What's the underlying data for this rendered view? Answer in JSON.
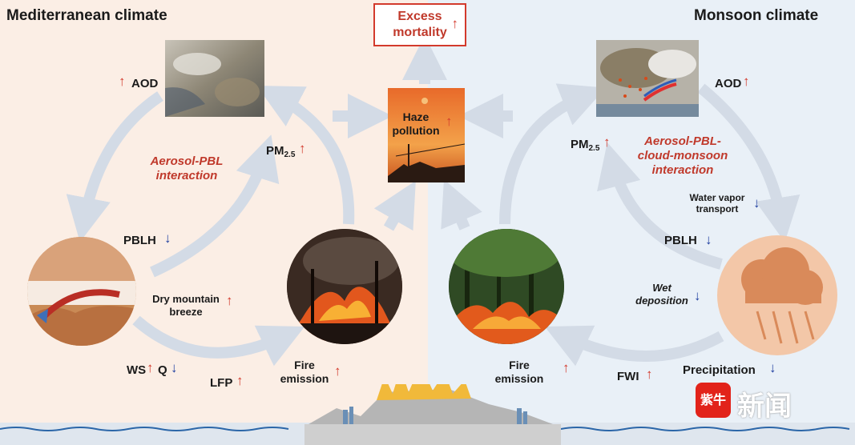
{
  "titles": {
    "left": "Mediterranean climate",
    "right": "Monsoon climate"
  },
  "outcome": {
    "line1": "Excess",
    "line2": "mortality"
  },
  "center": {
    "haze_line1": "Haze",
    "haze_line2": "pollution"
  },
  "left": {
    "aod": "AOD",
    "pm": "PM",
    "pm_sub": "2.5",
    "interaction_line1": "Aerosol-PBL",
    "interaction_line2": "interaction",
    "pblh": "PBLH",
    "breeze_line1": "Dry mountain",
    "breeze_line2": "breeze",
    "ws": "WS",
    "q": "Q",
    "lfp": "LFP",
    "fire_line1": "Fire",
    "fire_line2": "emission"
  },
  "right": {
    "aod": "AOD",
    "pm": "PM",
    "pm_sub": "2.5",
    "interaction_line1": "Aerosol-PBL-",
    "interaction_line2": "cloud-monsoon",
    "interaction_line3": "interaction",
    "water_line1": "Water vapor",
    "water_line2": "transport",
    "pblh": "PBLH",
    "wet_line1": "Wet",
    "wet_line2": "deposition",
    "fire_line1": "Fire",
    "fire_line2": "emission",
    "fwi": "FWI",
    "precip": "Precipitation"
  },
  "arrows": {
    "up": "↑",
    "down": "↓"
  },
  "watermark": {
    "badge": "紫牛",
    "text": "新闻"
  },
  "colors": {
    "up_arrow": "#d33a2c",
    "down_arrow": "#1f3fa0",
    "cycle_arrow": "#d3dbe6",
    "highlight_text": "#c0392b"
  }
}
